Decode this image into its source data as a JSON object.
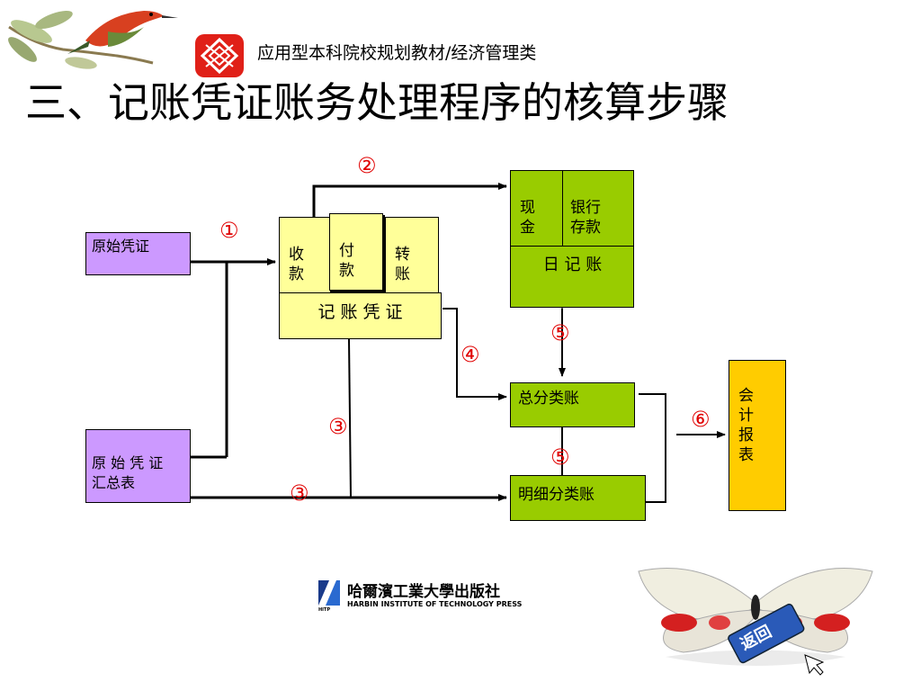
{
  "header": {
    "subtitle": "应用型本科院校规划教材/经济管理类"
  },
  "page_title": "三、记账凭证账务处理程序的核算步骤",
  "diagram": {
    "original_voucher": "原始凭证",
    "voucher_summary": "原 始 凭 证\n汇总表",
    "receipt_voucher": "收\n款",
    "payment_voucher": "付\n款",
    "transfer_voucher": "转\n账",
    "voucher_label": "记 账 凭 证",
    "cash": "现\n金",
    "bank_deposit": "银行\n存款",
    "journal_label": "日 记 账",
    "general_ledger": "总分类账",
    "subsidiary_ledger": "明细分类账",
    "accounting_report": "会\n计\n报\n表",
    "step_1": "①",
    "step_2": "②",
    "step_3a": "③",
    "step_3b": "③",
    "step_4": "④",
    "step_5a": "⑤",
    "step_5b": "⑤",
    "step_6": "⑥"
  },
  "footer": {
    "publisher_cn": "哈爾濱工業大學出版社",
    "publisher_en": "HARBIN INSTITUTE OF TECHNOLOGY PRESS",
    "publisher_abbr": "HITP"
  },
  "return_button": {
    "label": "返回"
  }
}
